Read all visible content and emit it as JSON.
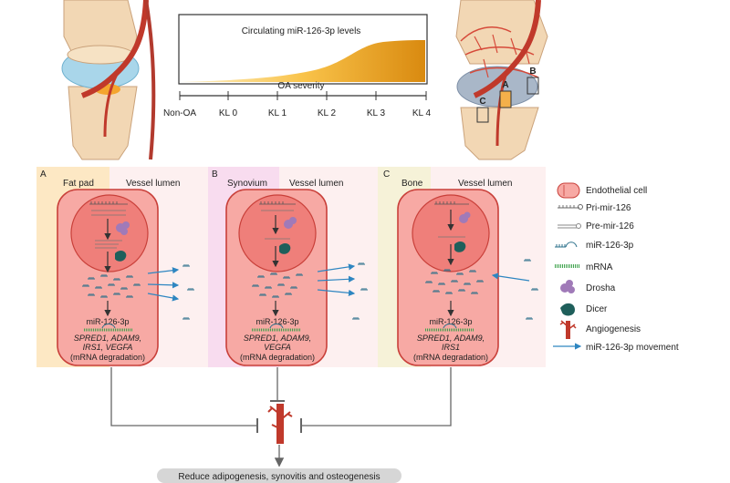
{
  "top": {
    "curve_title": "Circulating miR-126-3p levels",
    "axis_title": "OA severity",
    "ticks": [
      "Non-OA",
      "KL 0",
      "KL 1",
      "KL 2",
      "KL 3",
      "KL 4"
    ],
    "knee_marks": [
      "A",
      "B",
      "C"
    ]
  },
  "panels": [
    {
      "letter": "A",
      "tissue": "Fat pad",
      "lumen": "Vessel lumen",
      "mirna_label": "miR-126-3p",
      "targets_line1": "SPRED1, ADAM9,",
      "targets_line2": "IRS1, VEGFA",
      "effect": "(mRNA degradation)"
    },
    {
      "letter": "B",
      "tissue": "Synovium",
      "lumen": "Vessel lumen",
      "mirna_label": "miR-126-3p",
      "targets_line1": "SPRED1, ADAM9,",
      "targets_line2": "VEGFA",
      "effect": "(mRNA degradation)"
    },
    {
      "letter": "C",
      "tissue": "Bone",
      "lumen": "Vessel lumen",
      "mirna_label": "miR-126-3p",
      "targets_line1": "SPRED1, ADAM9,",
      "targets_line2": "IRS1",
      "effect": "(mRNA degradation)"
    }
  ],
  "legend": [
    {
      "icon": "endothelial-cell-icon",
      "label": "Endothelial cell"
    },
    {
      "icon": "pri-mir-icon",
      "label": "Pri-mir-126"
    },
    {
      "icon": "pre-mir-icon",
      "label": "Pre-mir-126"
    },
    {
      "icon": "mirna-icon",
      "label": "miR-126-3p"
    },
    {
      "icon": "mrna-icon",
      "label": "mRNA"
    },
    {
      "icon": "drosha-icon",
      "label": "Drosha"
    },
    {
      "icon": "dicer-icon",
      "label": "Dicer"
    },
    {
      "icon": "angiogenesis-icon",
      "label": "Angiogenesis"
    },
    {
      "icon": "movement-arrow-icon",
      "label": "miR-126-3p movement"
    }
  ],
  "outcome": "Reduce adipogenesis, synovitis and osteogenesis",
  "colors": {
    "fat_pad": "#fde8c4",
    "synovium": "#f8dcef",
    "bone": "#f6f2d8",
    "lumen": "#fdf0f0",
    "cell": "#f7a9a4",
    "cell_border": "#c9403a",
    "nucleus": "#ef7f7a",
    "mirna": "#2a6f8a",
    "mrna": "#3fa34d",
    "drosha": "#a07ab8",
    "dicer": "#1f5f5b",
    "vessel": "#c0392b",
    "arrow": "#2e86c1",
    "curve_start": "#fde3a0",
    "curve_end": "#d98c0a"
  }
}
